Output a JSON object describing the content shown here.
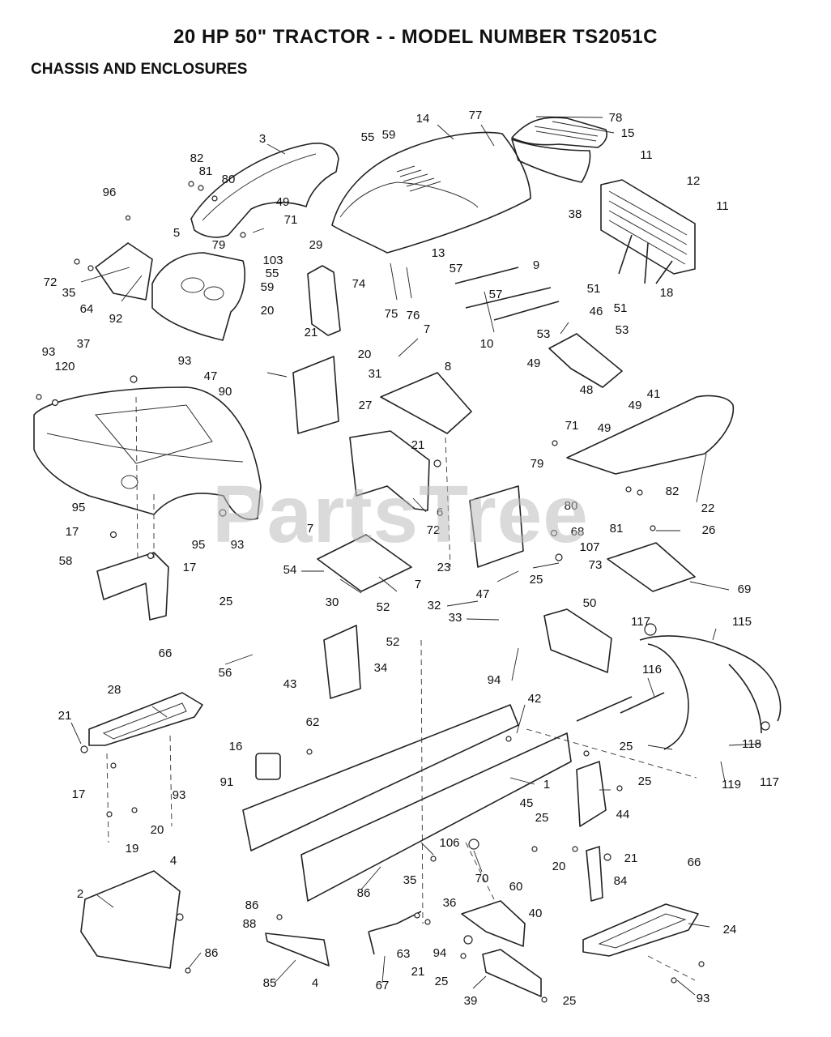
{
  "header": {
    "title": "20 HP 50\" TRACTOR - - MODEL NUMBER TS2051C",
    "section": "CHASSIS AND ENCLOSURES"
  },
  "watermark": "PartsTree",
  "callouts": [
    {
      "id": "c1",
      "text": "3"
    },
    {
      "id": "c2",
      "text": "55"
    },
    {
      "id": "c3",
      "text": "59"
    },
    {
      "id": "c4",
      "text": "14"
    },
    {
      "id": "c5",
      "text": "77"
    },
    {
      "id": "c6",
      "text": "78"
    },
    {
      "id": "c7",
      "text": "15"
    },
    {
      "id": "c8",
      "text": "82"
    },
    {
      "id": "c9",
      "text": "81"
    },
    {
      "id": "c10",
      "text": "80"
    },
    {
      "id": "c11",
      "text": "96"
    },
    {
      "id": "c12",
      "text": "49"
    },
    {
      "id": "c13",
      "text": "71"
    },
    {
      "id": "c14",
      "text": "79"
    },
    {
      "id": "c15",
      "text": "11"
    },
    {
      "id": "c16",
      "text": "38"
    },
    {
      "id": "c17",
      "text": "12"
    },
    {
      "id": "c18",
      "text": "11"
    },
    {
      "id": "c19",
      "text": "18"
    },
    {
      "id": "c20",
      "text": "5"
    },
    {
      "id": "c21",
      "text": "72"
    },
    {
      "id": "c22",
      "text": "35"
    },
    {
      "id": "c23",
      "text": "64"
    },
    {
      "id": "c24",
      "text": "92"
    },
    {
      "id": "c25",
      "text": "29"
    },
    {
      "id": "c26",
      "text": "103"
    },
    {
      "id": "c27",
      "text": "55"
    },
    {
      "id": "c28",
      "text": "59"
    },
    {
      "id": "c29",
      "text": "20"
    },
    {
      "id": "c30",
      "text": "21"
    },
    {
      "id": "c31",
      "text": "20"
    },
    {
      "id": "c32",
      "text": "13"
    },
    {
      "id": "c33",
      "text": "74"
    },
    {
      "id": "c34",
      "text": "75"
    },
    {
      "id": "c35",
      "text": "76"
    },
    {
      "id": "c36",
      "text": "57"
    },
    {
      "id": "c37",
      "text": "9"
    },
    {
      "id": "c38",
      "text": "57"
    },
    {
      "id": "c39",
      "text": "10"
    },
    {
      "id": "c40",
      "text": "51"
    },
    {
      "id": "c41",
      "text": "46"
    },
    {
      "id": "c42",
      "text": "51"
    },
    {
      "id": "c43",
      "text": "53"
    },
    {
      "id": "c44",
      "text": "53"
    },
    {
      "id": "c45",
      "text": "49"
    },
    {
      "id": "c46",
      "text": "48"
    },
    {
      "id": "c47",
      "text": "41"
    },
    {
      "id": "c48",
      "text": "49"
    },
    {
      "id": "c49",
      "text": "93"
    },
    {
      "id": "c50",
      "text": "120"
    },
    {
      "id": "c51",
      "text": "37"
    },
    {
      "id": "c52",
      "text": "93"
    },
    {
      "id": "c53",
      "text": "47"
    },
    {
      "id": "c54",
      "text": "90"
    },
    {
      "id": "c55",
      "text": "27"
    },
    {
      "id": "c56",
      "text": "7"
    },
    {
      "id": "c57",
      "text": "31"
    },
    {
      "id": "c58",
      "text": "8"
    },
    {
      "id": "c59",
      "text": "71"
    },
    {
      "id": "c60",
      "text": "49"
    },
    {
      "id": "c61",
      "text": "79"
    },
    {
      "id": "c62",
      "text": "21"
    },
    {
      "id": "c63",
      "text": "6"
    },
    {
      "id": "c64",
      "text": "72"
    },
    {
      "id": "c65",
      "text": "95"
    },
    {
      "id": "c66",
      "text": "17"
    },
    {
      "id": "c67",
      "text": "95"
    },
    {
      "id": "c68",
      "text": "93"
    },
    {
      "id": "c69",
      "text": "17"
    },
    {
      "id": "c70",
      "text": "58"
    },
    {
      "id": "c71",
      "text": "7"
    },
    {
      "id": "c72",
      "text": "54"
    },
    {
      "id": "c73",
      "text": "30"
    },
    {
      "id": "c74",
      "text": "52"
    },
    {
      "id": "c75",
      "text": "7"
    },
    {
      "id": "c76",
      "text": "80"
    },
    {
      "id": "c77",
      "text": "81"
    },
    {
      "id": "c78",
      "text": "82"
    },
    {
      "id": "c79",
      "text": "22"
    },
    {
      "id": "c80",
      "text": "26"
    },
    {
      "id": "c81",
      "text": "68"
    },
    {
      "id": "c82",
      "text": "107"
    },
    {
      "id": "c83",
      "text": "73"
    },
    {
      "id": "c84",
      "text": "23"
    },
    {
      "id": "c85",
      "text": "47"
    },
    {
      "id": "c86",
      "text": "25"
    },
    {
      "id": "c87",
      "text": "69"
    },
    {
      "id": "c88",
      "text": "32"
    },
    {
      "id": "c89",
      "text": "25"
    },
    {
      "id": "c90",
      "text": "56"
    },
    {
      "id": "c91",
      "text": "43"
    },
    {
      "id": "c92",
      "text": "52"
    },
    {
      "id": "c93",
      "text": "34"
    },
    {
      "id": "c94",
      "text": "33"
    },
    {
      "id": "c95",
      "text": "94"
    },
    {
      "id": "c96",
      "text": "50"
    },
    {
      "id": "c97",
      "text": "117"
    },
    {
      "id": "c98",
      "text": "115"
    },
    {
      "id": "c99",
      "text": "116"
    },
    {
      "id": "c100",
      "text": "66"
    },
    {
      "id": "c101",
      "text": "28"
    },
    {
      "id": "c102",
      "text": "21"
    },
    {
      "id": "c103",
      "text": "17"
    },
    {
      "id": "c104",
      "text": "93"
    },
    {
      "id": "c105",
      "text": "20"
    },
    {
      "id": "c106",
      "text": "19"
    },
    {
      "id": "c107",
      "text": "16"
    },
    {
      "id": "c108",
      "text": "62"
    },
    {
      "id": "c109",
      "text": "91"
    },
    {
      "id": "c110",
      "text": "42"
    },
    {
      "id": "c111",
      "text": "25"
    },
    {
      "id": "c112",
      "text": "25"
    },
    {
      "id": "c113",
      "text": "44"
    },
    {
      "id": "c114",
      "text": "1"
    },
    {
      "id": "c115",
      "text": "118"
    },
    {
      "id": "c116",
      "text": "119"
    },
    {
      "id": "c117",
      "text": "117"
    },
    {
      "id": "c118",
      "text": "45"
    },
    {
      "id": "c119",
      "text": "25"
    },
    {
      "id": "c120",
      "text": "106"
    },
    {
      "id": "c121",
      "text": "35"
    },
    {
      "id": "c122",
      "text": "36"
    },
    {
      "id": "c123",
      "text": "86"
    },
    {
      "id": "c124",
      "text": "70"
    },
    {
      "id": "c125",
      "text": "60"
    },
    {
      "id": "c126",
      "text": "20"
    },
    {
      "id": "c127",
      "text": "21"
    },
    {
      "id": "c128",
      "text": "84"
    },
    {
      "id": "c129",
      "text": "2"
    },
    {
      "id": "c130",
      "text": "4"
    },
    {
      "id": "c131",
      "text": "86"
    },
    {
      "id": "c132",
      "text": "88"
    },
    {
      "id": "c133",
      "text": "86"
    },
    {
      "id": "c134",
      "text": "4"
    },
    {
      "id": "c135",
      "text": "85"
    },
    {
      "id": "c136",
      "text": "67"
    },
    {
      "id": "c137",
      "text": "63"
    },
    {
      "id": "c138",
      "text": "21"
    },
    {
      "id": "c139",
      "text": "94"
    },
    {
      "id": "c140",
      "text": "40"
    },
    {
      "id": "c141",
      "text": "25"
    },
    {
      "id": "c142",
      "text": "39"
    },
    {
      "id": "c143",
      "text": "25"
    },
    {
      "id": "c144",
      "text": "66"
    },
    {
      "id": "c145",
      "text": "24"
    },
    {
      "id": "c146",
      "text": "93"
    }
  ]
}
